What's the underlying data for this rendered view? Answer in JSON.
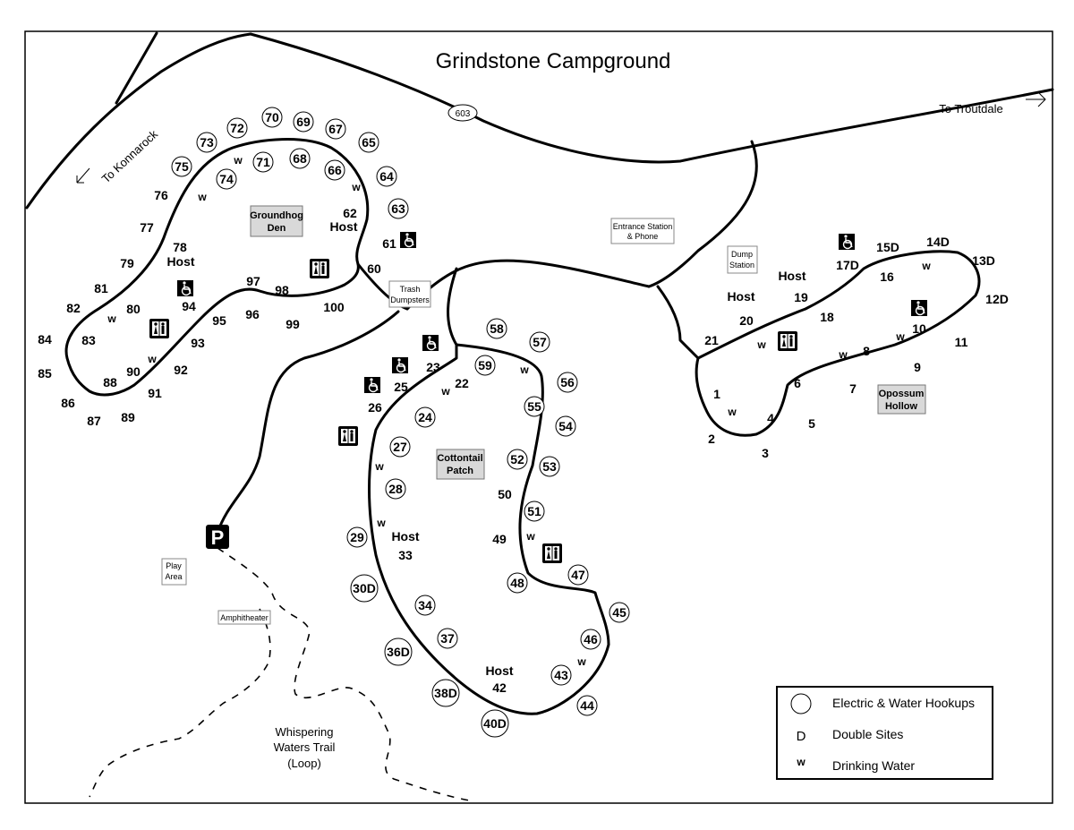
{
  "title": "Grindstone Campground",
  "directions": {
    "konnarock": "To Konnarock",
    "troutdale": "To Troutdale",
    "route": "603"
  },
  "loops": {
    "groundhog": "Groundhog Den",
    "cottontail": "Cottontail Patch",
    "opossum": "Opossum Hollow"
  },
  "facilities": {
    "entrance": "Entrance Station & Phone",
    "dump": "Dump Station",
    "trash": "Trash Dumpsters",
    "play": "Play Area",
    "amphitheater": "Amphitheater",
    "trail": "Whispering Waters Trail (Loop)",
    "parking": "P"
  },
  "host_label": "Host",
  "water_label": "w",
  "sites": {
    "circled": [
      "29",
      "30D",
      "34",
      "36D",
      "37",
      "38D",
      "40D",
      "43",
      "44",
      "45",
      "46",
      "47",
      "48",
      "51",
      "52",
      "53",
      "54",
      "55",
      "56",
      "57",
      "58",
      "59",
      "24",
      "27",
      "28",
      "63",
      "64",
      "65",
      "66",
      "67",
      "68",
      "69",
      "70",
      "71",
      "72",
      "73",
      "74",
      "75"
    ],
    "plain": [
      "1",
      "2",
      "3",
      "4",
      "5",
      "6",
      "7",
      "8",
      "9",
      "10",
      "11",
      "12D",
      "13D",
      "14D",
      "15D",
      "16",
      "17D",
      "18",
      "19",
      "20",
      "21",
      "22",
      "23",
      "25",
      "26",
      "33",
      "42",
      "49",
      "50",
      "60",
      "61",
      "62",
      "76",
      "77",
      "78",
      "79",
      "80",
      "81",
      "82",
      "83",
      "84",
      "85",
      "86",
      "87",
      "88",
      "89",
      "90",
      "91",
      "92",
      "93",
      "94",
      "95",
      "96",
      "97",
      "98",
      "99",
      "100"
    ]
  },
  "legend": {
    "items": [
      {
        "symbol": "circle",
        "label": "Electric & Water Hookups"
      },
      {
        "symbol": "D",
        "label": "Double Sites"
      },
      {
        "symbol": "w",
        "label": "Drinking Water"
      }
    ]
  }
}
